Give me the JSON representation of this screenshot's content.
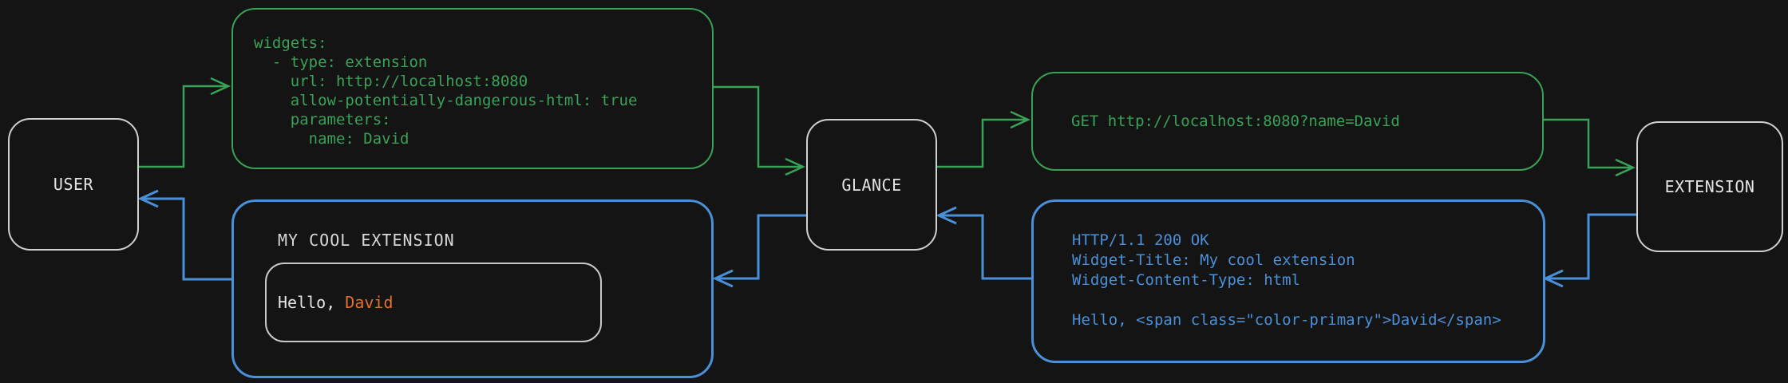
{
  "canvas": {
    "background": "#141414"
  },
  "colors": {
    "green": "#39A257",
    "blue": "#4A90D9",
    "orange": "#E2702E",
    "node_border": "#D0D0D0",
    "node_text": "#E4E4E4",
    "inner_border": "#C8C8C8",
    "title_text": "#D8D8D8"
  },
  "nodes": {
    "user": {
      "label": "USER"
    },
    "glance": {
      "label": "GLANCE"
    },
    "extension": {
      "label": "EXTENSION"
    }
  },
  "config_box": {
    "lines": [
      "widgets:",
      "  - type: extension",
      "    url: http://localhost:8080",
      "    allow-potentially-dangerous-html: true",
      "    parameters:",
      "      name: David"
    ]
  },
  "request_box": {
    "line": "GET http://localhost:8080?name=David"
  },
  "response_box": {
    "lines": [
      "HTTP/1.1 200 OK",
      "Widget-Title: My cool extension",
      "Widget-Content-Type: html",
      "",
      "Hello, <span class=\"color-primary\">David</span>"
    ]
  },
  "widget_box": {
    "title": "MY COOL EXTENSION",
    "greeting_prefix": "Hello, ",
    "greeting_name": "David"
  }
}
